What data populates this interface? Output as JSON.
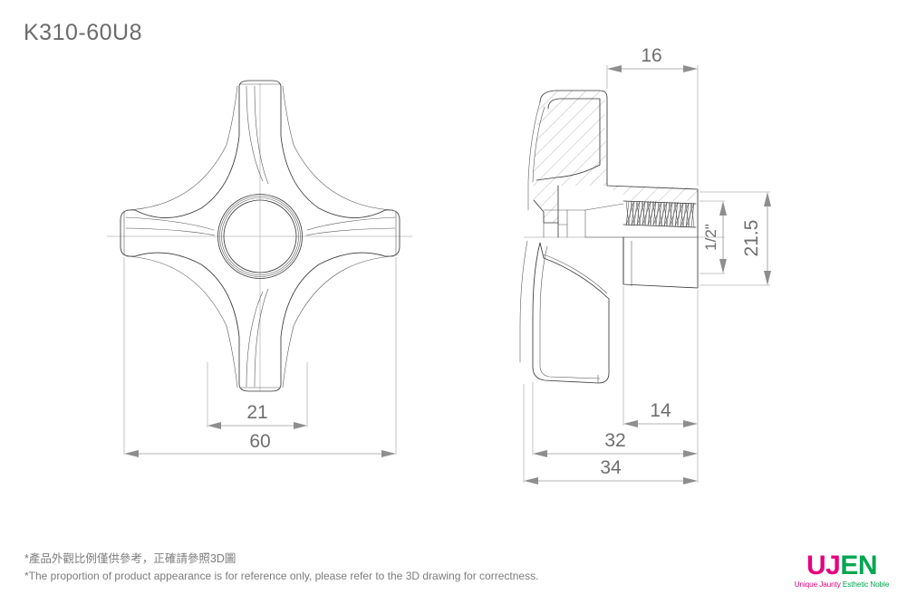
{
  "sheet": {
    "title": "K310-60U8",
    "background_color": "#ffffff",
    "line_color": "#3a3a3a",
    "dim_color": "#6e6e6e"
  },
  "views": {
    "front": {
      "name": "front-view",
      "description": "Four-spoke cross handle, front elevation"
    },
    "side": {
      "name": "side-section-view",
      "description": "Side cross-section with internal thread"
    }
  },
  "dimensions": {
    "front": [
      {
        "id": "hub-width",
        "value": "21",
        "orientation": "horizontal"
      },
      {
        "id": "overall-width",
        "value": "60",
        "orientation": "horizontal"
      }
    ],
    "side": [
      {
        "id": "boss-depth",
        "value": "16",
        "orientation": "horizontal"
      },
      {
        "id": "thread-size",
        "value": "1/2\"",
        "orientation": "vertical"
      },
      {
        "id": "outer-dia",
        "value": "21.5",
        "orientation": "vertical"
      },
      {
        "id": "thread-length",
        "value": "14",
        "orientation": "horizontal"
      },
      {
        "id": "body-length",
        "value": "32",
        "orientation": "horizontal"
      },
      {
        "id": "overall-length",
        "value": "34",
        "orientation": "horizontal"
      }
    ]
  },
  "notes": {
    "zh": "*產品外觀比例僅供參考，正確請參照3D圖",
    "en": "*The proportion of product appearance is for reference only, please refer to the 3D drawing for correctness."
  },
  "logo": {
    "word_part1": "UJ",
    "word_part2": "EN",
    "tagline_part1": "Unique Jaunty ",
    "tagline_part2": "Esthetic Noble",
    "color1": "#e6007e",
    "color2": "#00a650"
  }
}
